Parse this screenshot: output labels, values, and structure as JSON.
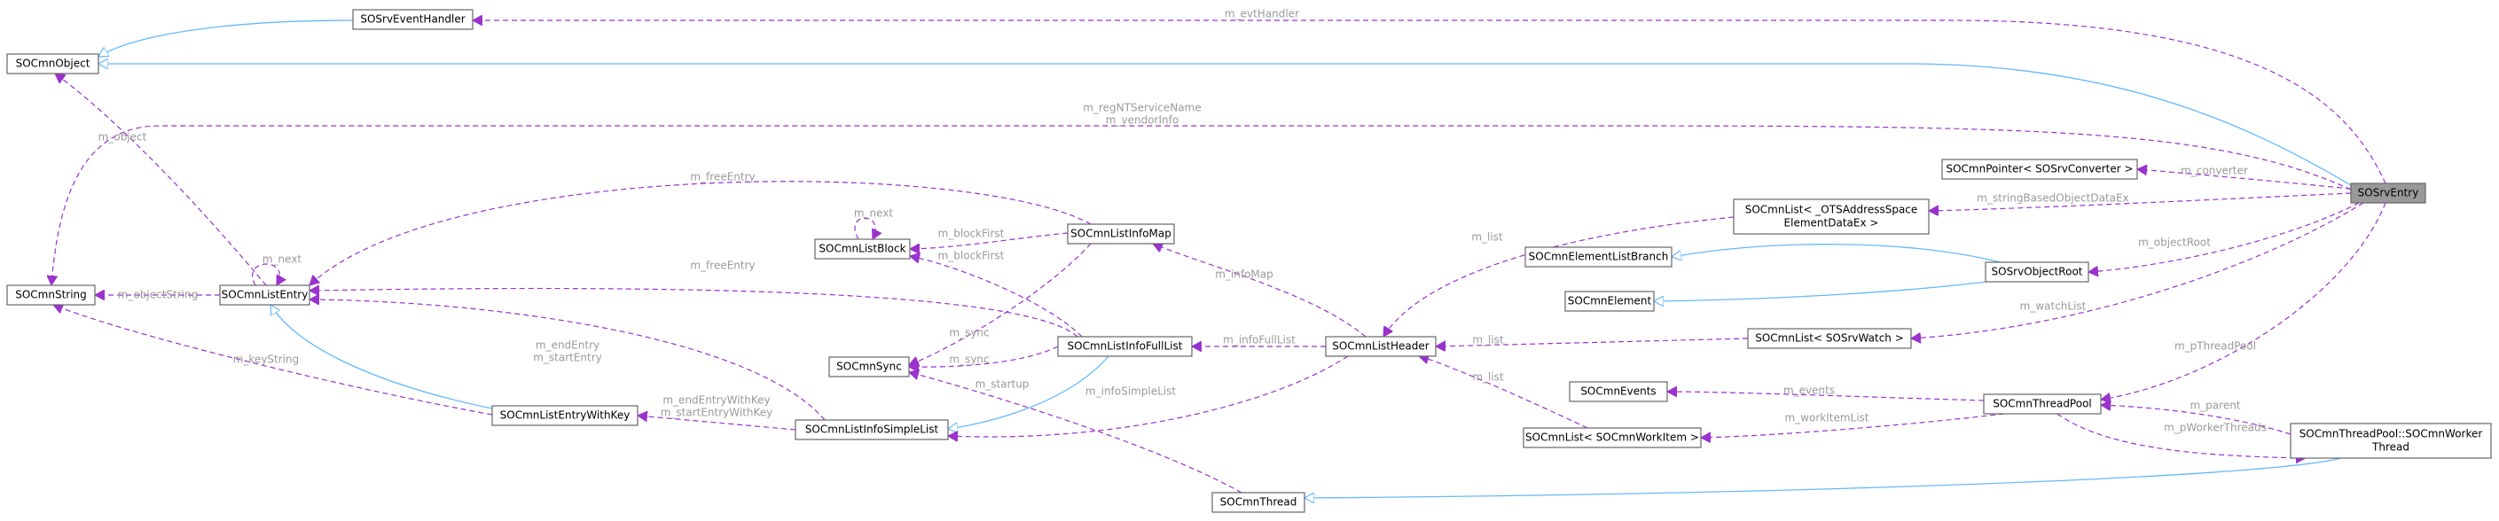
{
  "diagram": {
    "nodes": [
      {
        "id": "entry",
        "lines": [
          "SOSrvEntry"
        ],
        "root": true
      },
      {
        "id": "object",
        "lines": [
          "SOCmnObject"
        ]
      },
      {
        "id": "eventHandler",
        "lines": [
          "SOSrvEventHandler"
        ]
      },
      {
        "id": "string",
        "lines": [
          "SOCmnString"
        ]
      },
      {
        "id": "listEntry",
        "lines": [
          "SOCmnListEntry"
        ]
      },
      {
        "id": "listBlock",
        "lines": [
          "SOCmnListBlock"
        ]
      },
      {
        "id": "listInfoMap",
        "lines": [
          "SOCmnListInfoMap"
        ]
      },
      {
        "id": "sync",
        "lines": [
          "SOCmnSync"
        ]
      },
      {
        "id": "listInfoFullList",
        "lines": [
          "SOCmnListInfoFullList"
        ]
      },
      {
        "id": "listEntryWithKey",
        "lines": [
          "SOCmnListEntryWithKey"
        ]
      },
      {
        "id": "listInfoSimpleList",
        "lines": [
          "SOCmnListInfoSimpleList"
        ]
      },
      {
        "id": "listHeader",
        "lines": [
          "SOCmnListHeader"
        ]
      },
      {
        "id": "thread",
        "lines": [
          "SOCmnThread"
        ]
      },
      {
        "id": "pointerConverter",
        "lines": [
          "SOCmnPointer< SOSrvConverter >"
        ]
      },
      {
        "id": "listOTS",
        "lines": [
          "SOCmnList< _OTSAddressSpace",
          "ElementDataEx >"
        ]
      },
      {
        "id": "elementListBranch",
        "lines": [
          "SOCmnElementListBranch"
        ]
      },
      {
        "id": "element",
        "lines": [
          "SOCmnElement"
        ]
      },
      {
        "id": "objectRoot",
        "lines": [
          "SOSrvObjectRoot"
        ]
      },
      {
        "id": "listWatch",
        "lines": [
          "SOCmnList< SOSrvWatch >"
        ]
      },
      {
        "id": "events",
        "lines": [
          "SOCmnEvents"
        ]
      },
      {
        "id": "threadPool",
        "lines": [
          "SOCmnThreadPool"
        ]
      },
      {
        "id": "listWorkItem",
        "lines": [
          "SOCmnList< SOCmnWorkItem >"
        ]
      },
      {
        "id": "worker",
        "lines": [
          "SOCmnThreadPool::SOCmnWorker",
          "Thread"
        ]
      }
    ],
    "edges": [
      {
        "id": "e1",
        "type": "inherit",
        "from": "eventHandler",
        "to": "object",
        "labels": []
      },
      {
        "id": "e2",
        "type": "inherit",
        "from": "object",
        "to": "entry",
        "labels": []
      },
      {
        "id": "e3",
        "type": "use",
        "from": "entry",
        "to": "eventHandler",
        "labels": [
          "m_evtHandler"
        ]
      },
      {
        "id": "e4",
        "type": "use",
        "from": "entry",
        "to": "string",
        "labels": [
          "m_regNTServiceName",
          "m_vendorInfo"
        ]
      },
      {
        "id": "e5",
        "type": "use",
        "from": "listEntry",
        "to": "object",
        "labels": [
          "m_object"
        ]
      },
      {
        "id": "e6",
        "type": "use",
        "from": "listEntry",
        "to": "string",
        "labels": [
          "m_objectString"
        ]
      },
      {
        "id": "e7",
        "type": "use",
        "from": "listEntry",
        "to": "listEntry",
        "labels": [
          "m_next"
        ]
      },
      {
        "id": "e8",
        "type": "use",
        "from": "listBlock",
        "to": "listBlock",
        "labels": [
          "m_next"
        ]
      },
      {
        "id": "e9",
        "type": "use",
        "from": "listInfoMap",
        "to": "listBlock",
        "labels": [
          "m_blockFirst"
        ]
      },
      {
        "id": "e10",
        "type": "use",
        "from": "listInfoMap",
        "to": "listEntry",
        "labels": [
          "m_freeEntry"
        ]
      },
      {
        "id": "e11",
        "type": "use",
        "from": "listInfoMap",
        "to": "sync",
        "labels": [
          "m_sync"
        ]
      },
      {
        "id": "e12",
        "type": "use",
        "from": "listInfoFullList",
        "to": "listBlock",
        "labels": [
          "m_blockFirst"
        ]
      },
      {
        "id": "e13",
        "type": "use",
        "from": "listInfoFullList",
        "to": "listEntry",
        "labels": [
          "m_freeEntry"
        ]
      },
      {
        "id": "e14",
        "type": "use",
        "from": "listInfoFullList",
        "to": "sync",
        "labels": [
          "m_sync"
        ]
      },
      {
        "id": "e15",
        "type": "inherit",
        "from": "listInfoFullList",
        "to": "listInfoSimpleList",
        "labels": []
      },
      {
        "id": "e16",
        "type": "inherit",
        "from": "listEntryWithKey",
        "to": "listEntry",
        "labels": []
      },
      {
        "id": "e17",
        "type": "use",
        "from": "listEntryWithKey",
        "to": "string",
        "labels": [
          "m_keyString"
        ]
      },
      {
        "id": "e18",
        "type": "use",
        "from": "listInfoSimpleList",
        "to": "listEntry",
        "labels": [
          "m_endEntry",
          "m_startEntry"
        ]
      },
      {
        "id": "e19",
        "type": "use",
        "from": "listInfoSimpleList",
        "to": "listEntryWithKey",
        "labels": [
          "m_endEntryWithKey",
          "m_startEntryWithKey"
        ]
      },
      {
        "id": "e20",
        "type": "use",
        "from": "listHeader",
        "to": "listInfoMap",
        "labels": [
          "m_infoMap"
        ]
      },
      {
        "id": "e21",
        "type": "use",
        "from": "listHeader",
        "to": "listInfoFullList",
        "labels": [
          "m_infoFullList"
        ]
      },
      {
        "id": "e22",
        "type": "use",
        "from": "listHeader",
        "to": "listInfoSimpleList",
        "labels": [
          "m_infoSimpleList"
        ]
      },
      {
        "id": "e23",
        "type": "use",
        "from": "thread",
        "to": "sync",
        "labels": [
          "m_startup"
        ]
      },
      {
        "id": "e24",
        "type": "use",
        "from": "entry",
        "to": "pointerConverter",
        "labels": [
          "m_converter"
        ]
      },
      {
        "id": "e25",
        "type": "use",
        "from": "entry",
        "to": "listOTS",
        "labels": [
          "m_stringBasedObjectDataEx"
        ]
      },
      {
        "id": "e26",
        "type": "use",
        "from": "listOTS",
        "to": "listHeader",
        "labels": [
          "m_list"
        ]
      },
      {
        "id": "e27",
        "type": "inherit",
        "from": "objectRoot",
        "to": "elementListBranch",
        "labels": []
      },
      {
        "id": "e28",
        "type": "inherit",
        "from": "objectRoot",
        "to": "element",
        "labels": []
      },
      {
        "id": "e29",
        "type": "use",
        "from": "entry",
        "to": "objectRoot",
        "labels": [
          "m_objectRoot"
        ]
      },
      {
        "id": "e30",
        "type": "use",
        "from": "listWatch",
        "to": "listHeader",
        "labels": [
          "m_list"
        ]
      },
      {
        "id": "e31",
        "type": "use",
        "from": "entry",
        "to": "listWatch",
        "labels": [
          "m_watchList"
        ]
      },
      {
        "id": "e32",
        "type": "use",
        "from": "entry",
        "to": "threadPool",
        "labels": [
          "m_pThreadPool"
        ]
      },
      {
        "id": "e33",
        "type": "use",
        "from": "threadPool",
        "to": "events",
        "labels": [
          "m_events"
        ]
      },
      {
        "id": "e34",
        "type": "use",
        "from": "threadPool",
        "to": "listWorkItem",
        "labels": [
          "m_workItemList"
        ]
      },
      {
        "id": "e35",
        "type": "use",
        "from": "listWorkItem",
        "to": "listHeader",
        "labels": [
          "m_list"
        ]
      },
      {
        "id": "e36",
        "type": "use",
        "from": "worker",
        "to": "threadPool",
        "labels": [
          "m_parent"
        ]
      },
      {
        "id": "e37",
        "type": "use",
        "from": "threadPool",
        "to": "worker",
        "labels": [
          "m_pWorkerThreads"
        ]
      },
      {
        "id": "e38",
        "type": "inherit",
        "from": "worker",
        "to": "thread",
        "labels": []
      }
    ]
  }
}
